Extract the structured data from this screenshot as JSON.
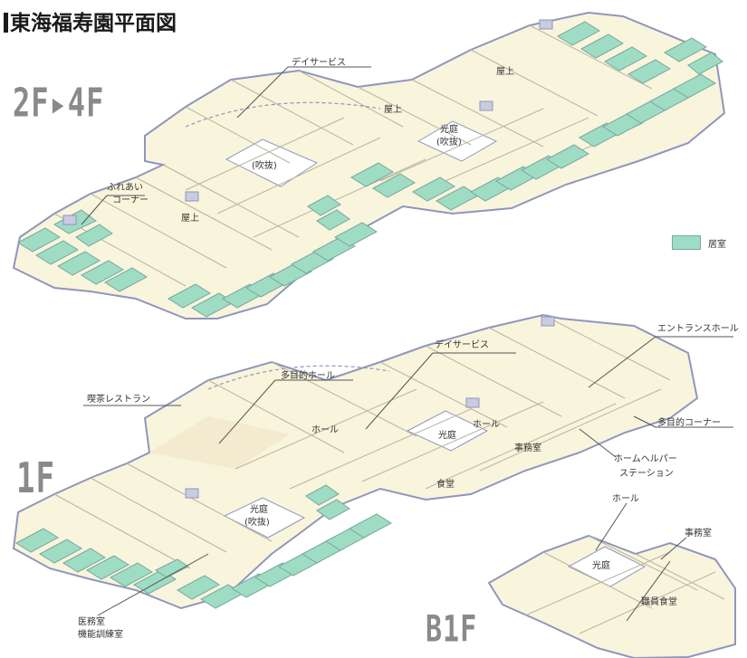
{
  "title": "東海福寿園平面図",
  "colors": {
    "building": "#f9f4dc",
    "wall": "#8f96bd",
    "room": "#9fdcc4",
    "room_stroke": "#7aa9a0",
    "void": "#ffffff",
    "leader": "#555555"
  },
  "legend": {
    "label": "居室"
  },
  "floors": {
    "upper": {
      "name": "2F▸4F",
      "labels": {
        "day_service": "デイサービス",
        "rooftop_1": "屋上",
        "rooftop_2": "屋上",
        "rooftop_3": "屋上",
        "lightwell": "光庭",
        "lightwell_sub": "(吹抜)",
        "void": "(吹抜)",
        "corner_1": "ふれあい",
        "corner_2": "コーナー"
      }
    },
    "first": {
      "name": "1F",
      "labels": {
        "day_service": "デイサービス",
        "entrance_hall": "エントランスホール",
        "multi_hall": "多目的ホール",
        "restaurant": "喫茶レストラン",
        "hall_1": "ホール",
        "hall_2": "ホール",
        "lightwell": "光庭",
        "office": "事務室",
        "multi_corner": "多目的コーナー",
        "helper_1": "ホームヘルパー",
        "helper_2": "ステーション",
        "dining": "食堂",
        "lightwell2": "光庭",
        "lightwell2_sub": "(吹抜)",
        "clinic_1": "医務室",
        "clinic_2": "機能訓練室"
      }
    },
    "basement": {
      "name": "B1F",
      "labels": {
        "hall": "ホール",
        "office": "事務室",
        "lightwell": "光庭",
        "staff_dining": "職員食堂"
      }
    }
  }
}
